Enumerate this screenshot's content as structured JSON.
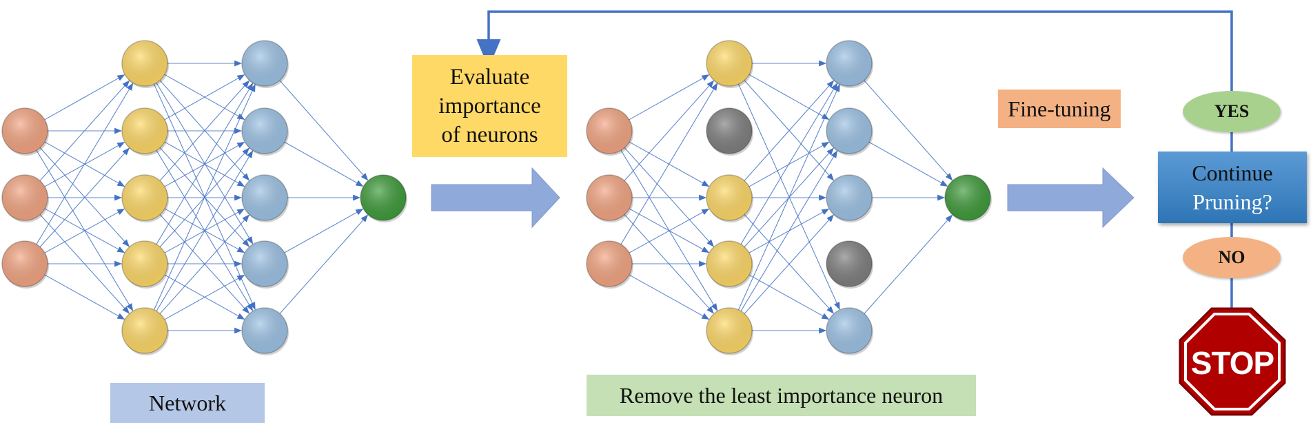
{
  "colors": {
    "input_neuron": "#f4a582",
    "hidden1_neuron": "#ffd966",
    "hidden2_neuron": "#9dc3e6",
    "output_neuron": "#3e9b3a",
    "removed_neuron": "#7f7f7f",
    "connection": "#4472c4",
    "stop_sign": "#c00000"
  },
  "network_labels": {
    "original": "Network",
    "pruned": "Remove the least importance neuron"
  },
  "steps": {
    "evaluate": [
      "Evaluate",
      "importance",
      "of neurons"
    ],
    "fine_tuning": "Fine-tuning"
  },
  "decision": {
    "line1": "Continue",
    "line2": "Pruning?",
    "yes": "YES",
    "no": "NO"
  },
  "stop_sign_text": "STOP",
  "pruned_network": {
    "removed_hidden1_index": 1,
    "removed_hidden2_index": 3
  }
}
